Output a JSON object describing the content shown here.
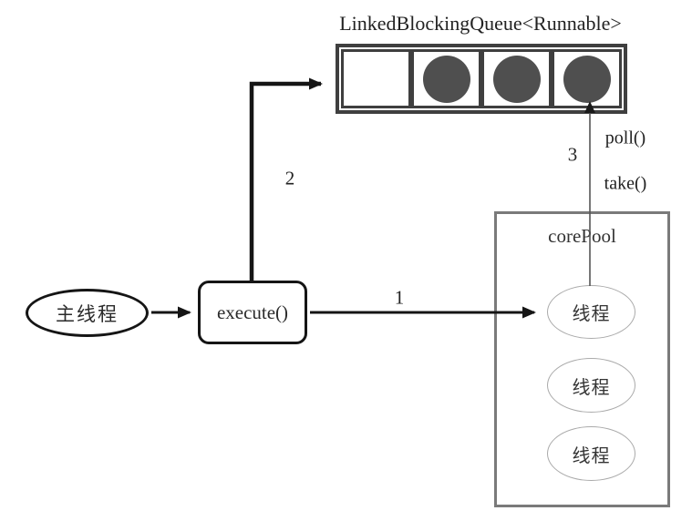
{
  "diagram": {
    "title": "LinkedBlockingQueue<Runnable>",
    "queue": {
      "cells": [
        {
          "filled": false
        },
        {
          "filled": true
        },
        {
          "filled": true
        },
        {
          "filled": true
        }
      ]
    },
    "main_thread": {
      "label": "主线程"
    },
    "execute": {
      "label": "execute()"
    },
    "core_pool": {
      "label": "corePool",
      "threads": [
        {
          "label": "线程"
        },
        {
          "label": "线程"
        },
        {
          "label": "线程"
        }
      ]
    },
    "edges": {
      "step1": "1",
      "step2": "2",
      "step3": "3",
      "poll": "poll()",
      "take": "take()"
    },
    "colors": {
      "queue_border": "#3f3f3f",
      "task_fill": "#4f4f4f",
      "pool_border": "#7a7a7a",
      "thread_border": "#aaaaaa",
      "node_border": "#151515",
      "thin_line": "#555555",
      "text": "#2a2a2a"
    }
  }
}
